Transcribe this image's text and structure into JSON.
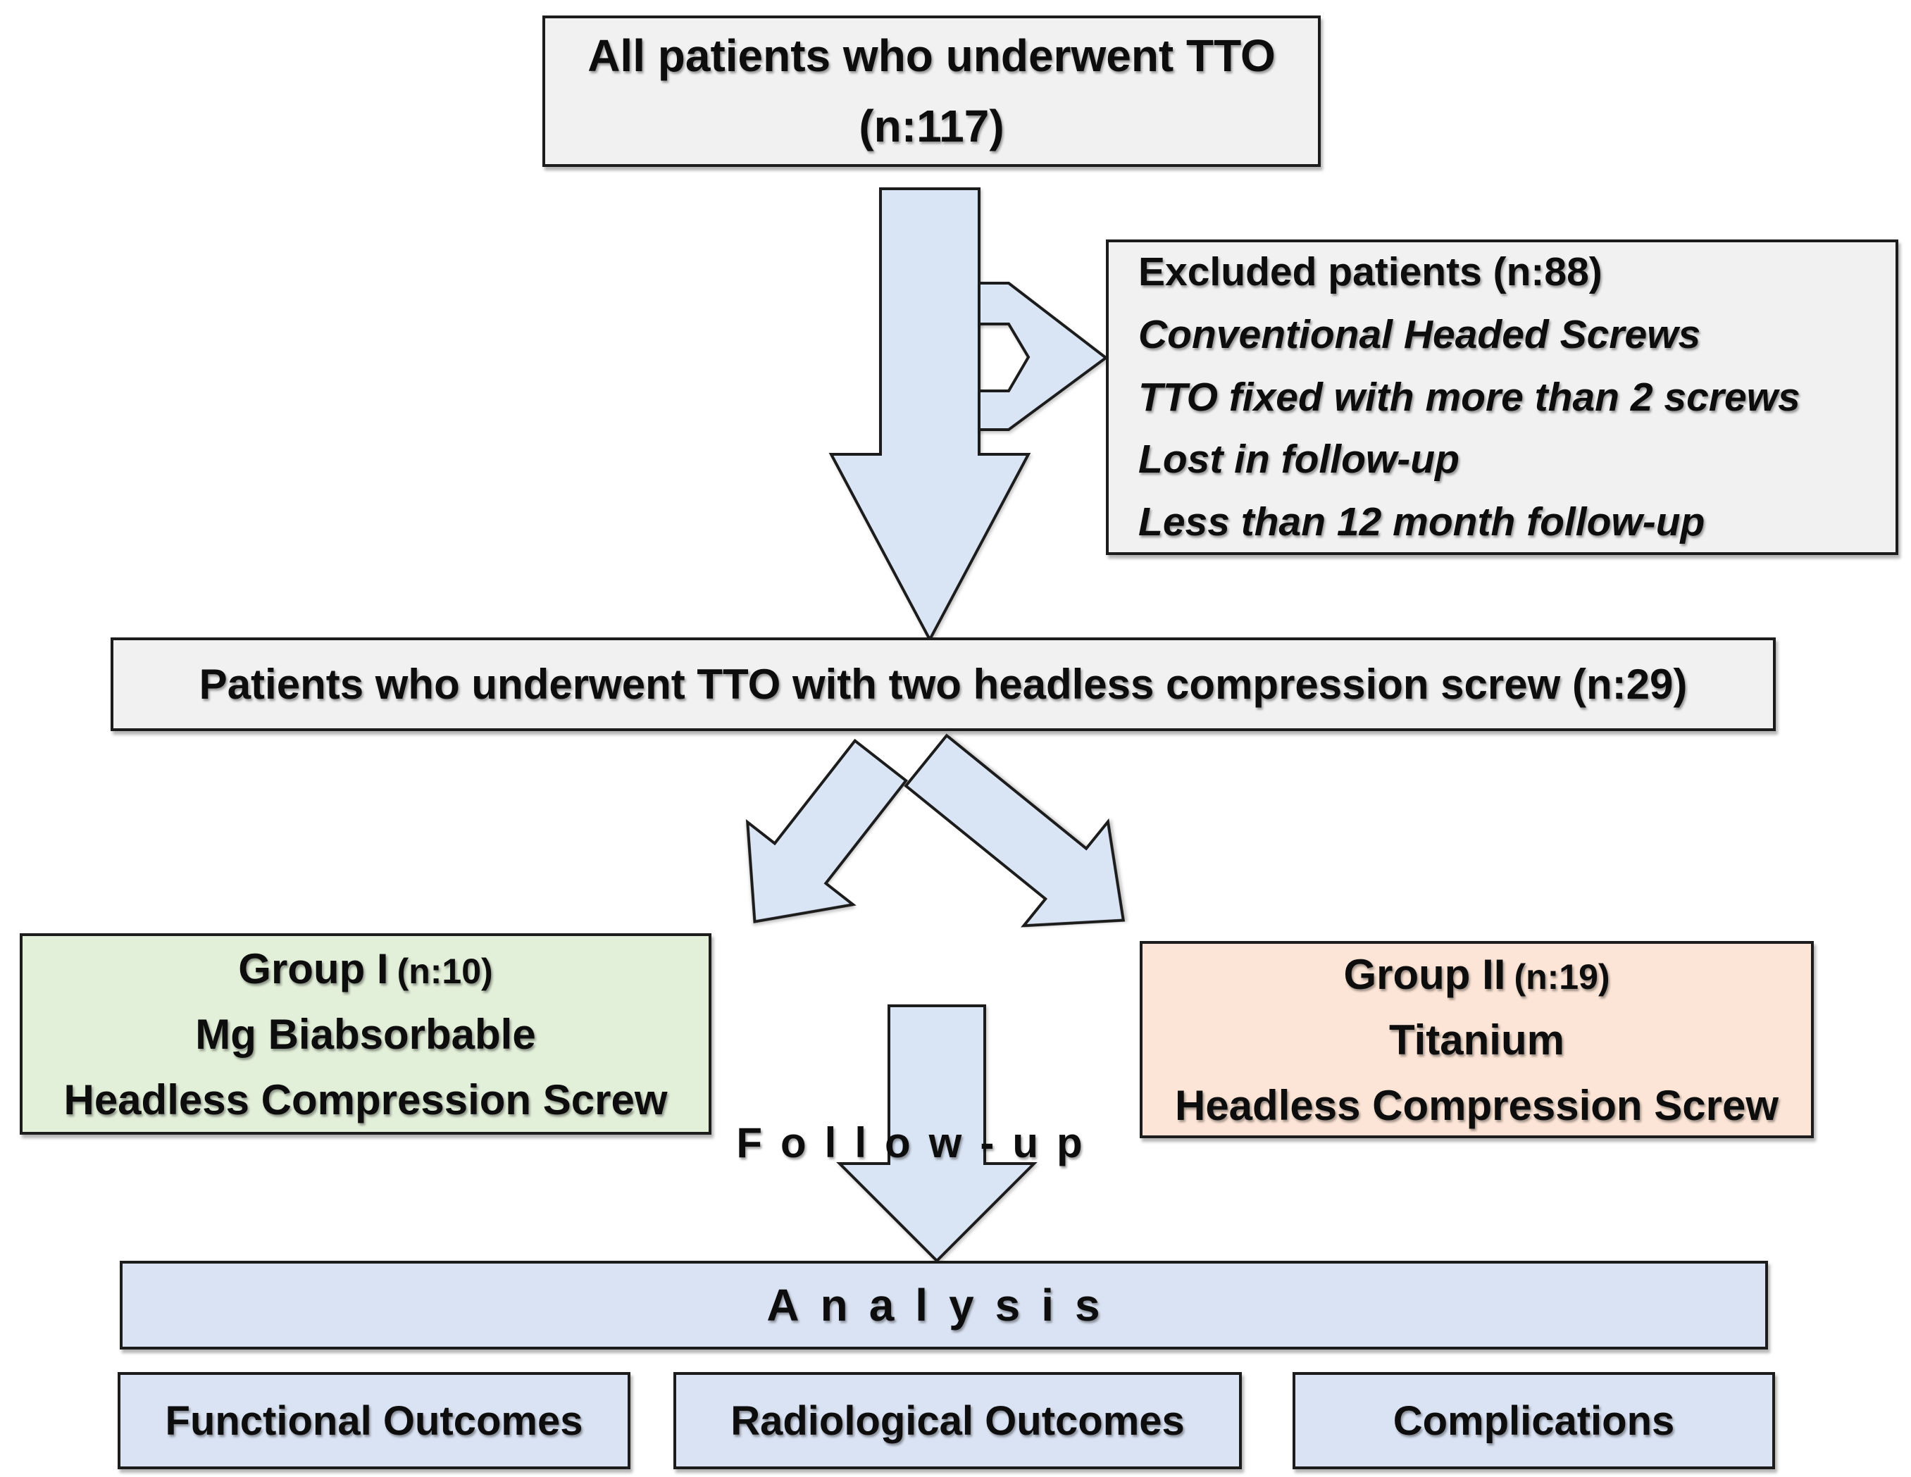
{
  "diagram": {
    "nodes": {
      "all_patients": {
        "line1": "All patients who underwent TTO",
        "line2": "(n:117)"
      },
      "excluded": {
        "title": "Excluded patients (n:88)",
        "items": [
          "Conventional Headed Screws",
          "TTO fixed with more than 2 screws",
          "Lost in follow-up",
          "Less than 12 month follow-up"
        ]
      },
      "tto_two_screws": {
        "label": "Patients who underwent TTO with two headless compression screw (n:29)"
      },
      "group1": {
        "title": "Group I",
        "n": "(n:10)",
        "line2": "Mg Biabsorbable",
        "line3": "Headless Compression Screw"
      },
      "group2": {
        "title": "Group II",
        "n": "(n:19)",
        "line2": "Titanium",
        "line3": "Headless Compression Screw"
      },
      "analysis": {
        "label": "Analysis"
      },
      "functional": {
        "label": "Functional Outcomes"
      },
      "radiological": {
        "label": "Radiological Outcomes"
      },
      "complications": {
        "label": "Complications"
      }
    },
    "labels": {
      "followup": "Follow-up"
    },
    "colors": {
      "box_gray": "#f1f1f1",
      "box_green": "#e2efd9",
      "box_peach": "#fce5d6",
      "box_blue": "#dae3f3",
      "arrow_fill": "#d9e4f4",
      "border": "#1c1c1c"
    }
  }
}
